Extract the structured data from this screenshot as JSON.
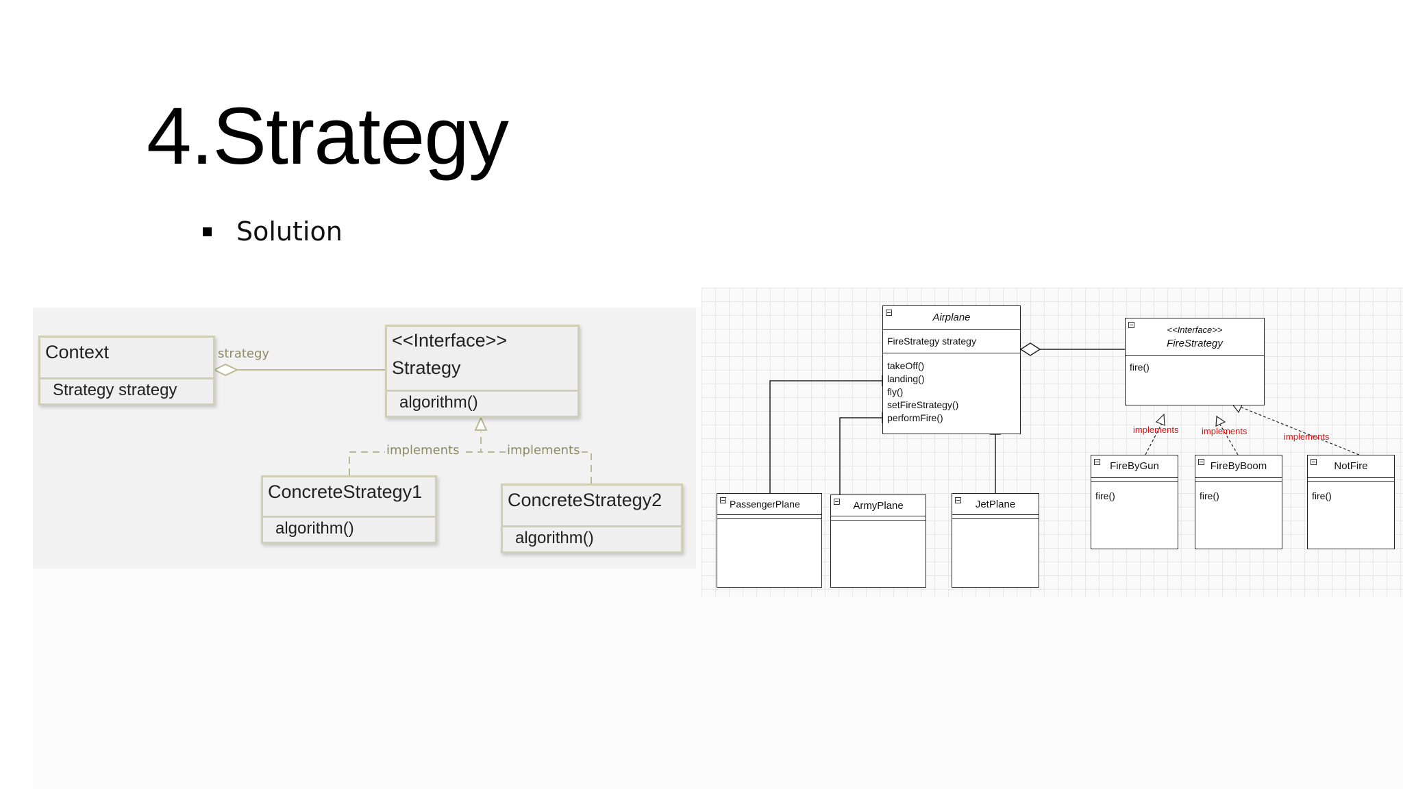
{
  "slide": {
    "title": "4.Strategy",
    "bullet": "Solution"
  },
  "left_diagram": {
    "context": {
      "name": "Context",
      "field": "Strategy strategy"
    },
    "association_label": "strategy",
    "interface": {
      "stereotype": "<<Interface>>",
      "name": "Strategy",
      "method": "algorithm()"
    },
    "implements_label_1": "implements",
    "implements_label_2": "implements",
    "concrete1": {
      "name": "ConcreteStrategy1",
      "method": "algorithm()"
    },
    "concrete2": {
      "name": "ConcreteStrategy2",
      "method": "algorithm()"
    }
  },
  "right_diagram": {
    "airplane": {
      "name": "Airplane",
      "field": "FireStrategy strategy",
      "methods": [
        "takeOff()",
        "landing()",
        "fly()",
        "setFireStrategy()",
        "performFire()"
      ]
    },
    "fire_strategy": {
      "stereotype": "<<Interface>>",
      "name": "FireStrategy",
      "method": "fire()"
    },
    "subclasses": [
      "PassengerPlane",
      "ArmyPlane",
      "JetPlane"
    ],
    "implementations": [
      {
        "name": "FireByGun",
        "method": "fire()"
      },
      {
        "name": "FireByBoom",
        "method": "fire()"
      },
      {
        "name": "NotFire",
        "method": "fire()"
      }
    ],
    "implements_labels": [
      "implements",
      "implements",
      "implements"
    ],
    "implements_color": "#e01010"
  }
}
